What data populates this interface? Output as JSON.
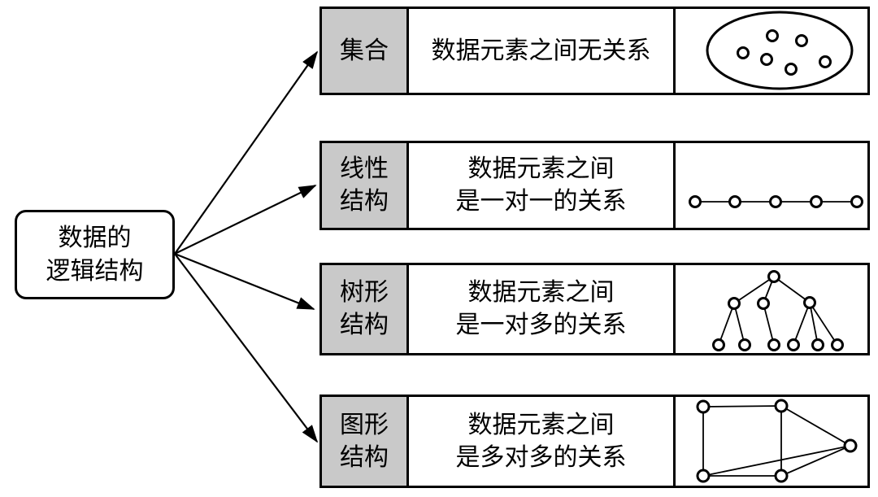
{
  "diagram": {
    "root_box": {
      "line1": "数据的",
      "line2": "逻辑结构"
    },
    "rows": [
      {
        "label_line1": "集合",
        "label_line2": "",
        "desc_line1": "数据元素之间无关系",
        "desc_line2": "",
        "illustration": "set-ellipse-with-scattered-dots"
      },
      {
        "label_line1": "线性",
        "label_line2": "结构",
        "desc_line1": "数据元素之间",
        "desc_line2": "是一对一的关系",
        "illustration": "linear-chain-of-five-nodes"
      },
      {
        "label_line1": "树形",
        "label_line2": "结构",
        "desc_line1": "数据元素之间",
        "desc_line2": "是一对多的关系",
        "illustration": "tree-with-root-three-branches-six-leaves"
      },
      {
        "label_line1": "图形",
        "label_line2": "结构",
        "desc_line1": "数据元素之间",
        "desc_line2": "是多对多的关系",
        "illustration": "graph-with-five-interconnected-nodes"
      }
    ],
    "colors": {
      "label_cell_bg": "#c9c9c9",
      "line": "#000000",
      "background": "#ffffff"
    }
  }
}
